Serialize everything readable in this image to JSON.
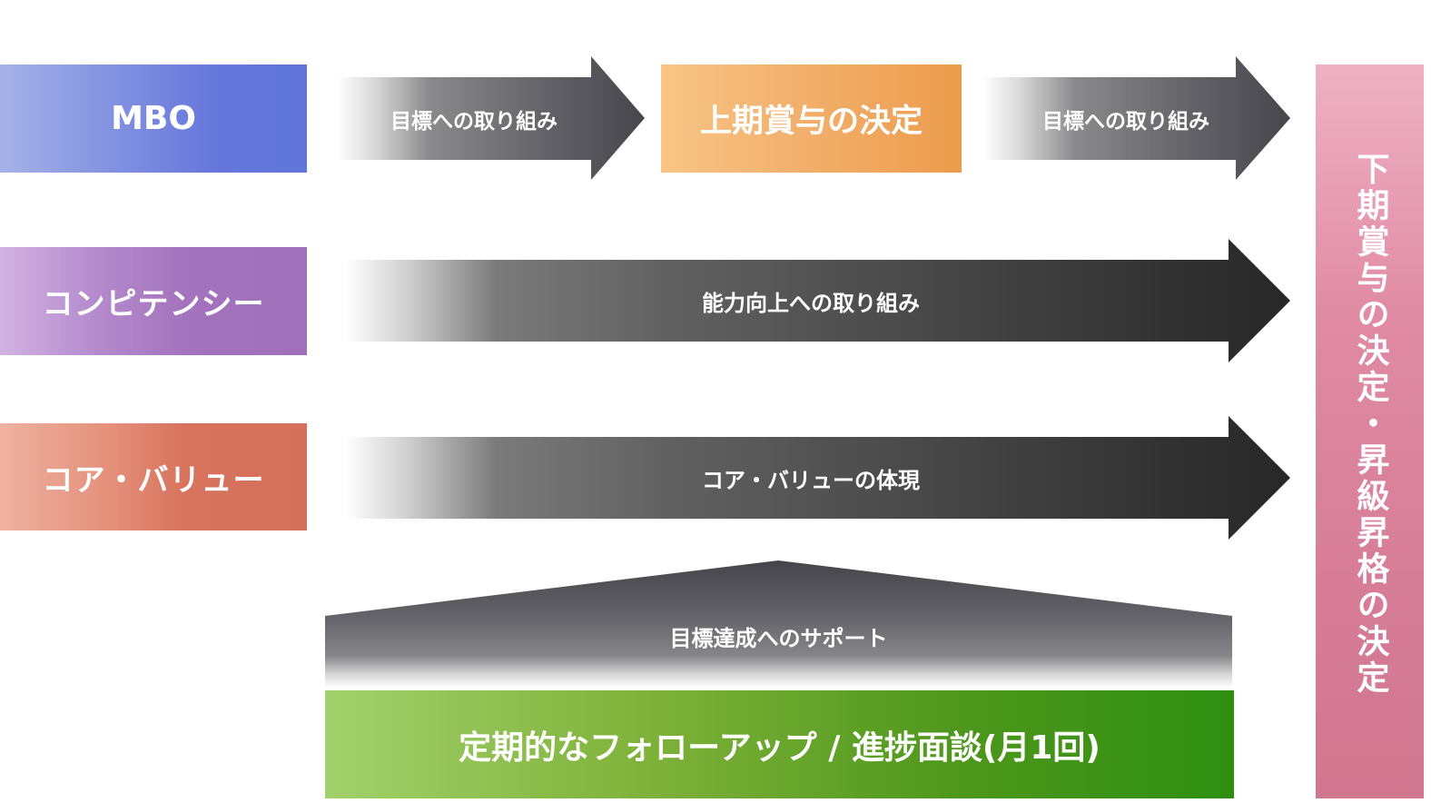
{
  "diagram": {
    "rows": [
      {
        "label": "MBO",
        "color_start": "#a6b2e6",
        "color_end": "#5f76db",
        "arrows": [
          {
            "label": "目標への取り組み"
          },
          {
            "label": "目標への取り組み"
          }
        ],
        "milestone": {
          "label": "上期賞与の決定",
          "color_start": "#f8c585",
          "color_end": "#ec9c4c"
        }
      },
      {
        "label": "コンピテンシー",
        "color_start": "#d2b2e2",
        "color_end": "#a070bb",
        "arrows": [
          {
            "label": "能力向上への取り組み"
          }
        ]
      },
      {
        "label": "コア・バリュー",
        "color_start": "#eeb1a0",
        "color_end": "#d5715b",
        "arrows": [
          {
            "label": "コア・バリューの体現"
          }
        ]
      }
    ],
    "support": {
      "label": "目標達成へのサポート",
      "base": {
        "label": "定期的なフォローアップ / 進捗面談(月1回)",
        "color_start": "#a2d06c",
        "color_end": "#2d8f10"
      }
    },
    "outcome": {
      "label": "下期賞与の決定・昇級昇格の決定",
      "color_start": "#eeb1c3",
      "color_end": "#d0768f"
    },
    "colors": {
      "arrow_dark": "#2a2a2a",
      "arrow_mid": "#4a4950"
    }
  }
}
